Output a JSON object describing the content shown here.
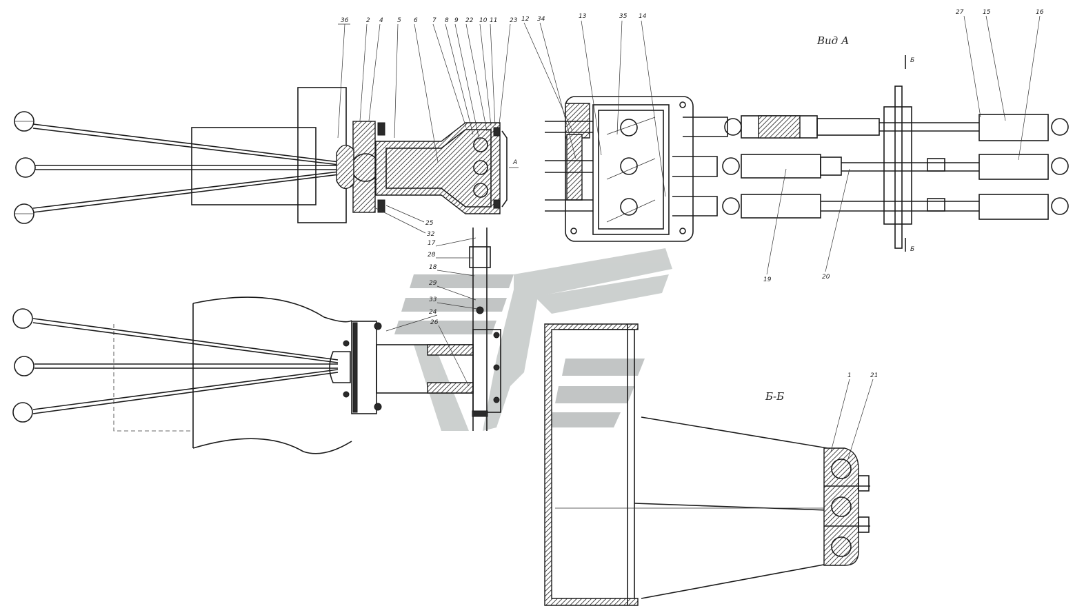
{
  "labels": {
    "view_a": "Вид А",
    "section_b": "Б-Б",
    "cut_mark_top": "Б",
    "cut_mark_bottom": "Б",
    "arrow_a": "А"
  },
  "callouts": {
    "c36": "36",
    "c2": "2",
    "c4": "4",
    "c5": "5",
    "c6": "6",
    "c7": "7",
    "c8": "8",
    "c9": "9",
    "c22": "22",
    "c10": "10",
    "c11": "11",
    "c23": "23",
    "c12": "12",
    "c34": "34",
    "c13": "13",
    "c35": "35",
    "c14": "14",
    "c27": "27",
    "c15": "15",
    "c16": "16",
    "c25": "25",
    "c32": "32",
    "c17": "17",
    "c28": "28",
    "c18": "18",
    "c29": "29",
    "c33": "33",
    "c24": "24",
    "c26": "26",
    "c19": "19",
    "c20": "20",
    "c1": "1",
    "c21": "21"
  },
  "colors": {
    "line": "#1a1a1a",
    "watermark": "#b8bcbb",
    "background": "#ffffff"
  }
}
